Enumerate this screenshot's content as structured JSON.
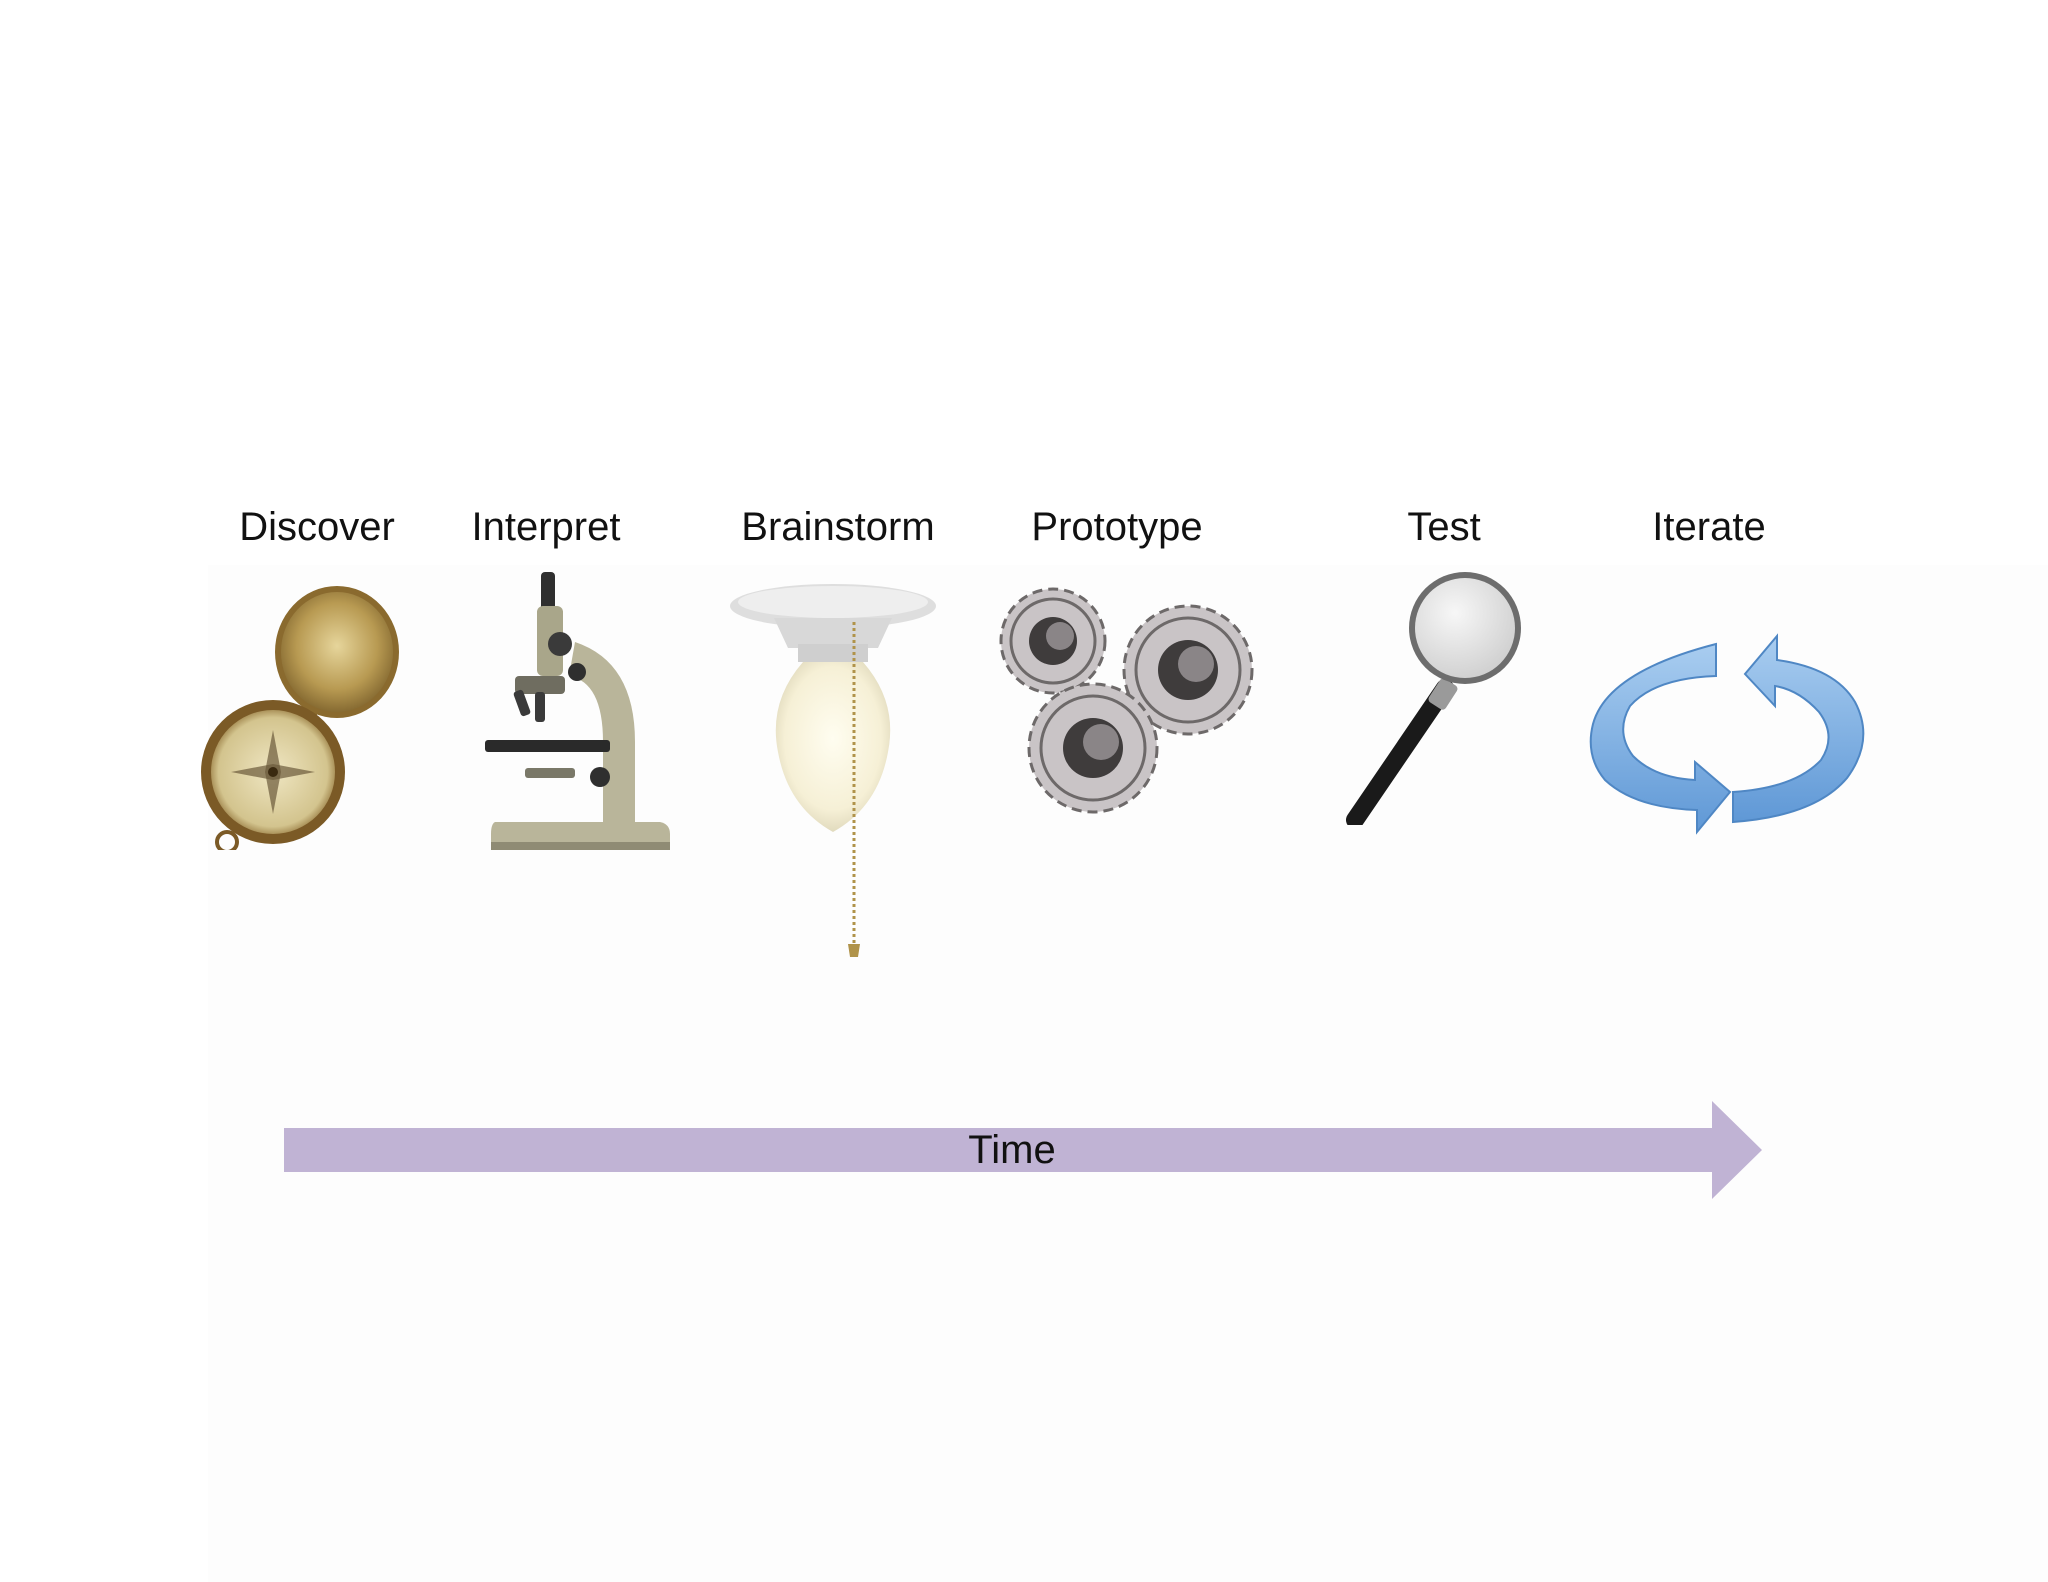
{
  "stages": [
    {
      "label": "Discover",
      "icon": "compass-icon"
    },
    {
      "label": "Interpret",
      "icon": "microscope-icon"
    },
    {
      "label": "Brainstorm",
      "icon": "light-bulb-icon"
    },
    {
      "label": "Prototype",
      "icon": "gears-icon"
    },
    {
      "label": "Test",
      "icon": "magnifying-glass-icon"
    },
    {
      "label": "Iterate",
      "icon": "cycle-arrows-icon"
    }
  ],
  "timeline": {
    "label": "Time",
    "color": "#c0b3d4"
  },
  "colors": {
    "iterate_arrow": "#7eb2e3",
    "compass_brass": "#a98c46",
    "microscope_body": "#b9b59a",
    "gear_metal": "#c9c4c6"
  }
}
